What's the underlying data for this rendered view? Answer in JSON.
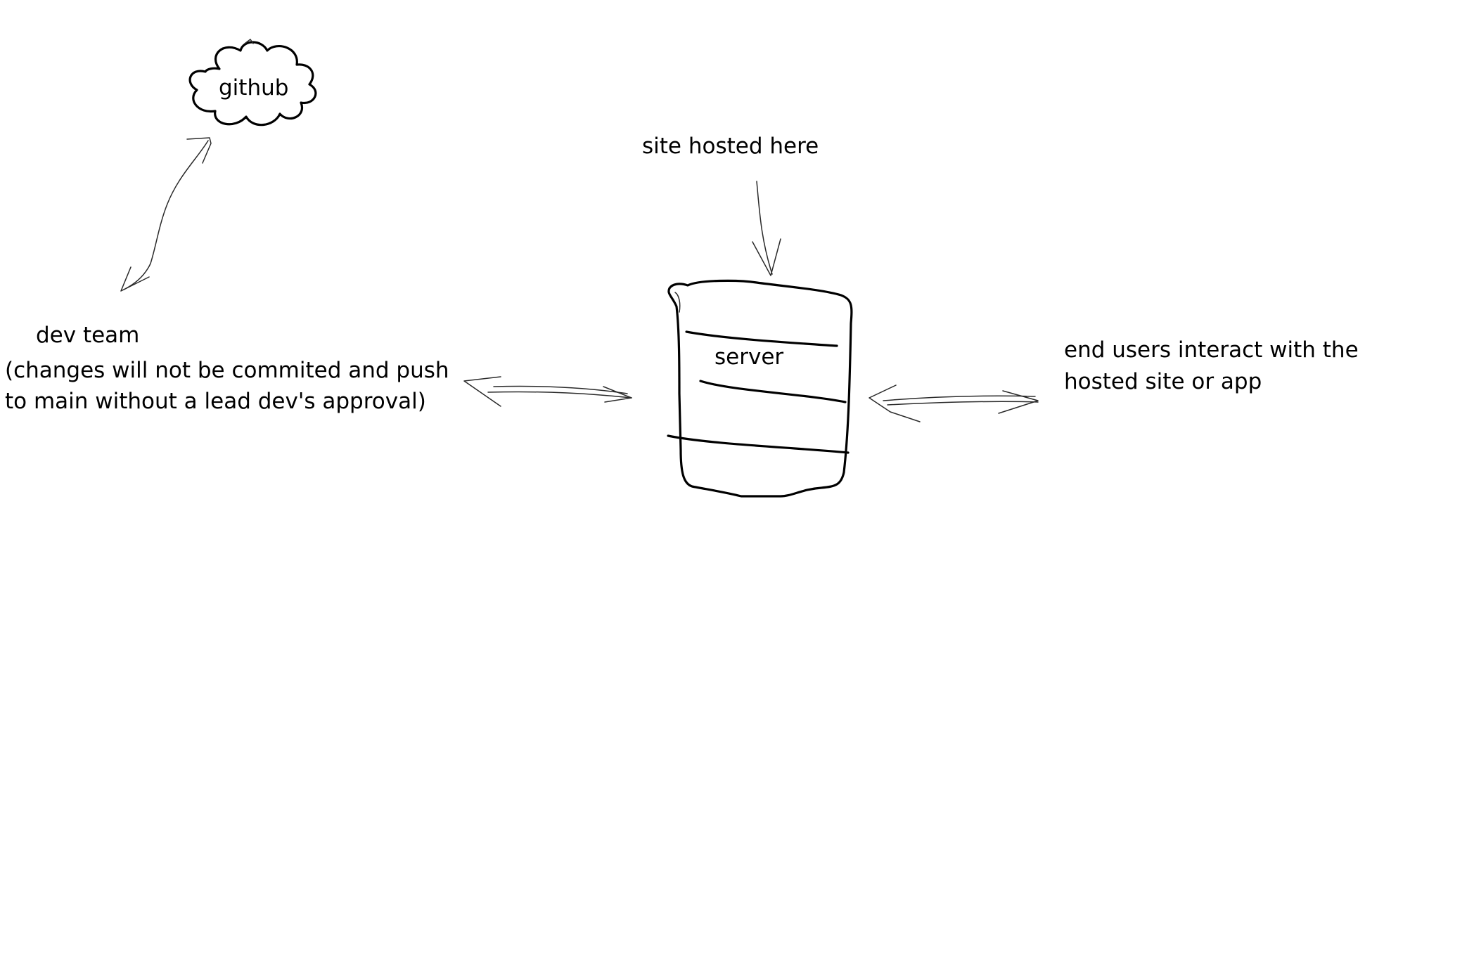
{
  "diagram": {
    "nodes": {
      "github": {
        "label": "github"
      },
      "server_caption": {
        "label": "site hosted here"
      },
      "server": {
        "label": "server"
      },
      "dev_team": {
        "title": "dev team",
        "note_line1": "(changes will not be commited and push",
        "note_line2": "to main without a lead dev's approval)"
      },
      "end_users": {
        "line1": "end users interact with the",
        "line2": "hosted site or app"
      }
    },
    "edges": [
      {
        "from": "github",
        "to": "dev_team",
        "style": "hand-drawn arrow"
      },
      {
        "from": "server_caption",
        "to": "server",
        "style": "hand-drawn arrow"
      },
      {
        "from": "dev_team",
        "to": "server",
        "style": "hand-drawn double arrow"
      },
      {
        "from": "server",
        "to": "end_users",
        "style": "hand-drawn double arrow"
      }
    ],
    "colors": {
      "background": "#ffffff",
      "ink": "#000000"
    }
  }
}
